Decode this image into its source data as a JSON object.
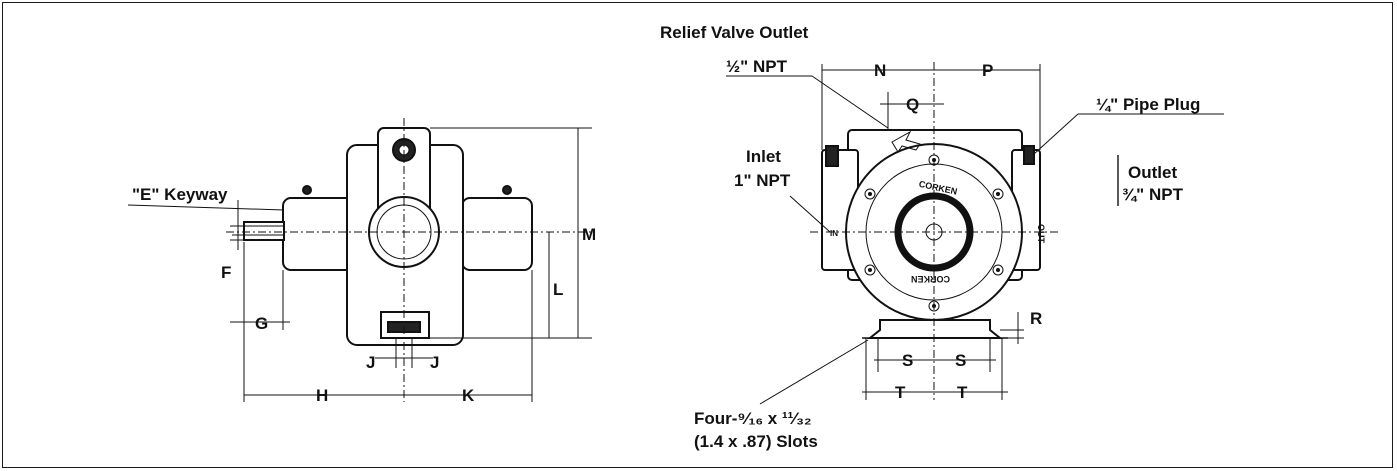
{
  "labels": {
    "relief_valve_outlet": "Relief Valve Outlet",
    "half_npt": "½\" NPT",
    "quarter_pipe_plug": "¼\" Pipe Plug",
    "inlet": "Inlet",
    "inlet_size": "1\" NPT",
    "outlet": "Outlet",
    "outlet_size": "¾\" NPT",
    "e_keyway": "\"E\" Keyway",
    "slots_line1": "Four-⁹⁄₁₆ x ¹¹⁄₃₂",
    "slots_line2": "(1.4 x .87) Slots",
    "nameplate_top": "CORKEN",
    "nameplate_bottom": "CORKEN",
    "port_out": "OUT",
    "port_in": "IN"
  },
  "dimensions": {
    "F": "F",
    "G": "G",
    "H": "H",
    "J1": "J",
    "J2": "J",
    "K": "K",
    "L": "L",
    "M": "M",
    "N": "N",
    "P": "P",
    "Q": "Q",
    "R": "R",
    "S1": "S",
    "S2": "S",
    "T1": "T",
    "T2": "T"
  }
}
